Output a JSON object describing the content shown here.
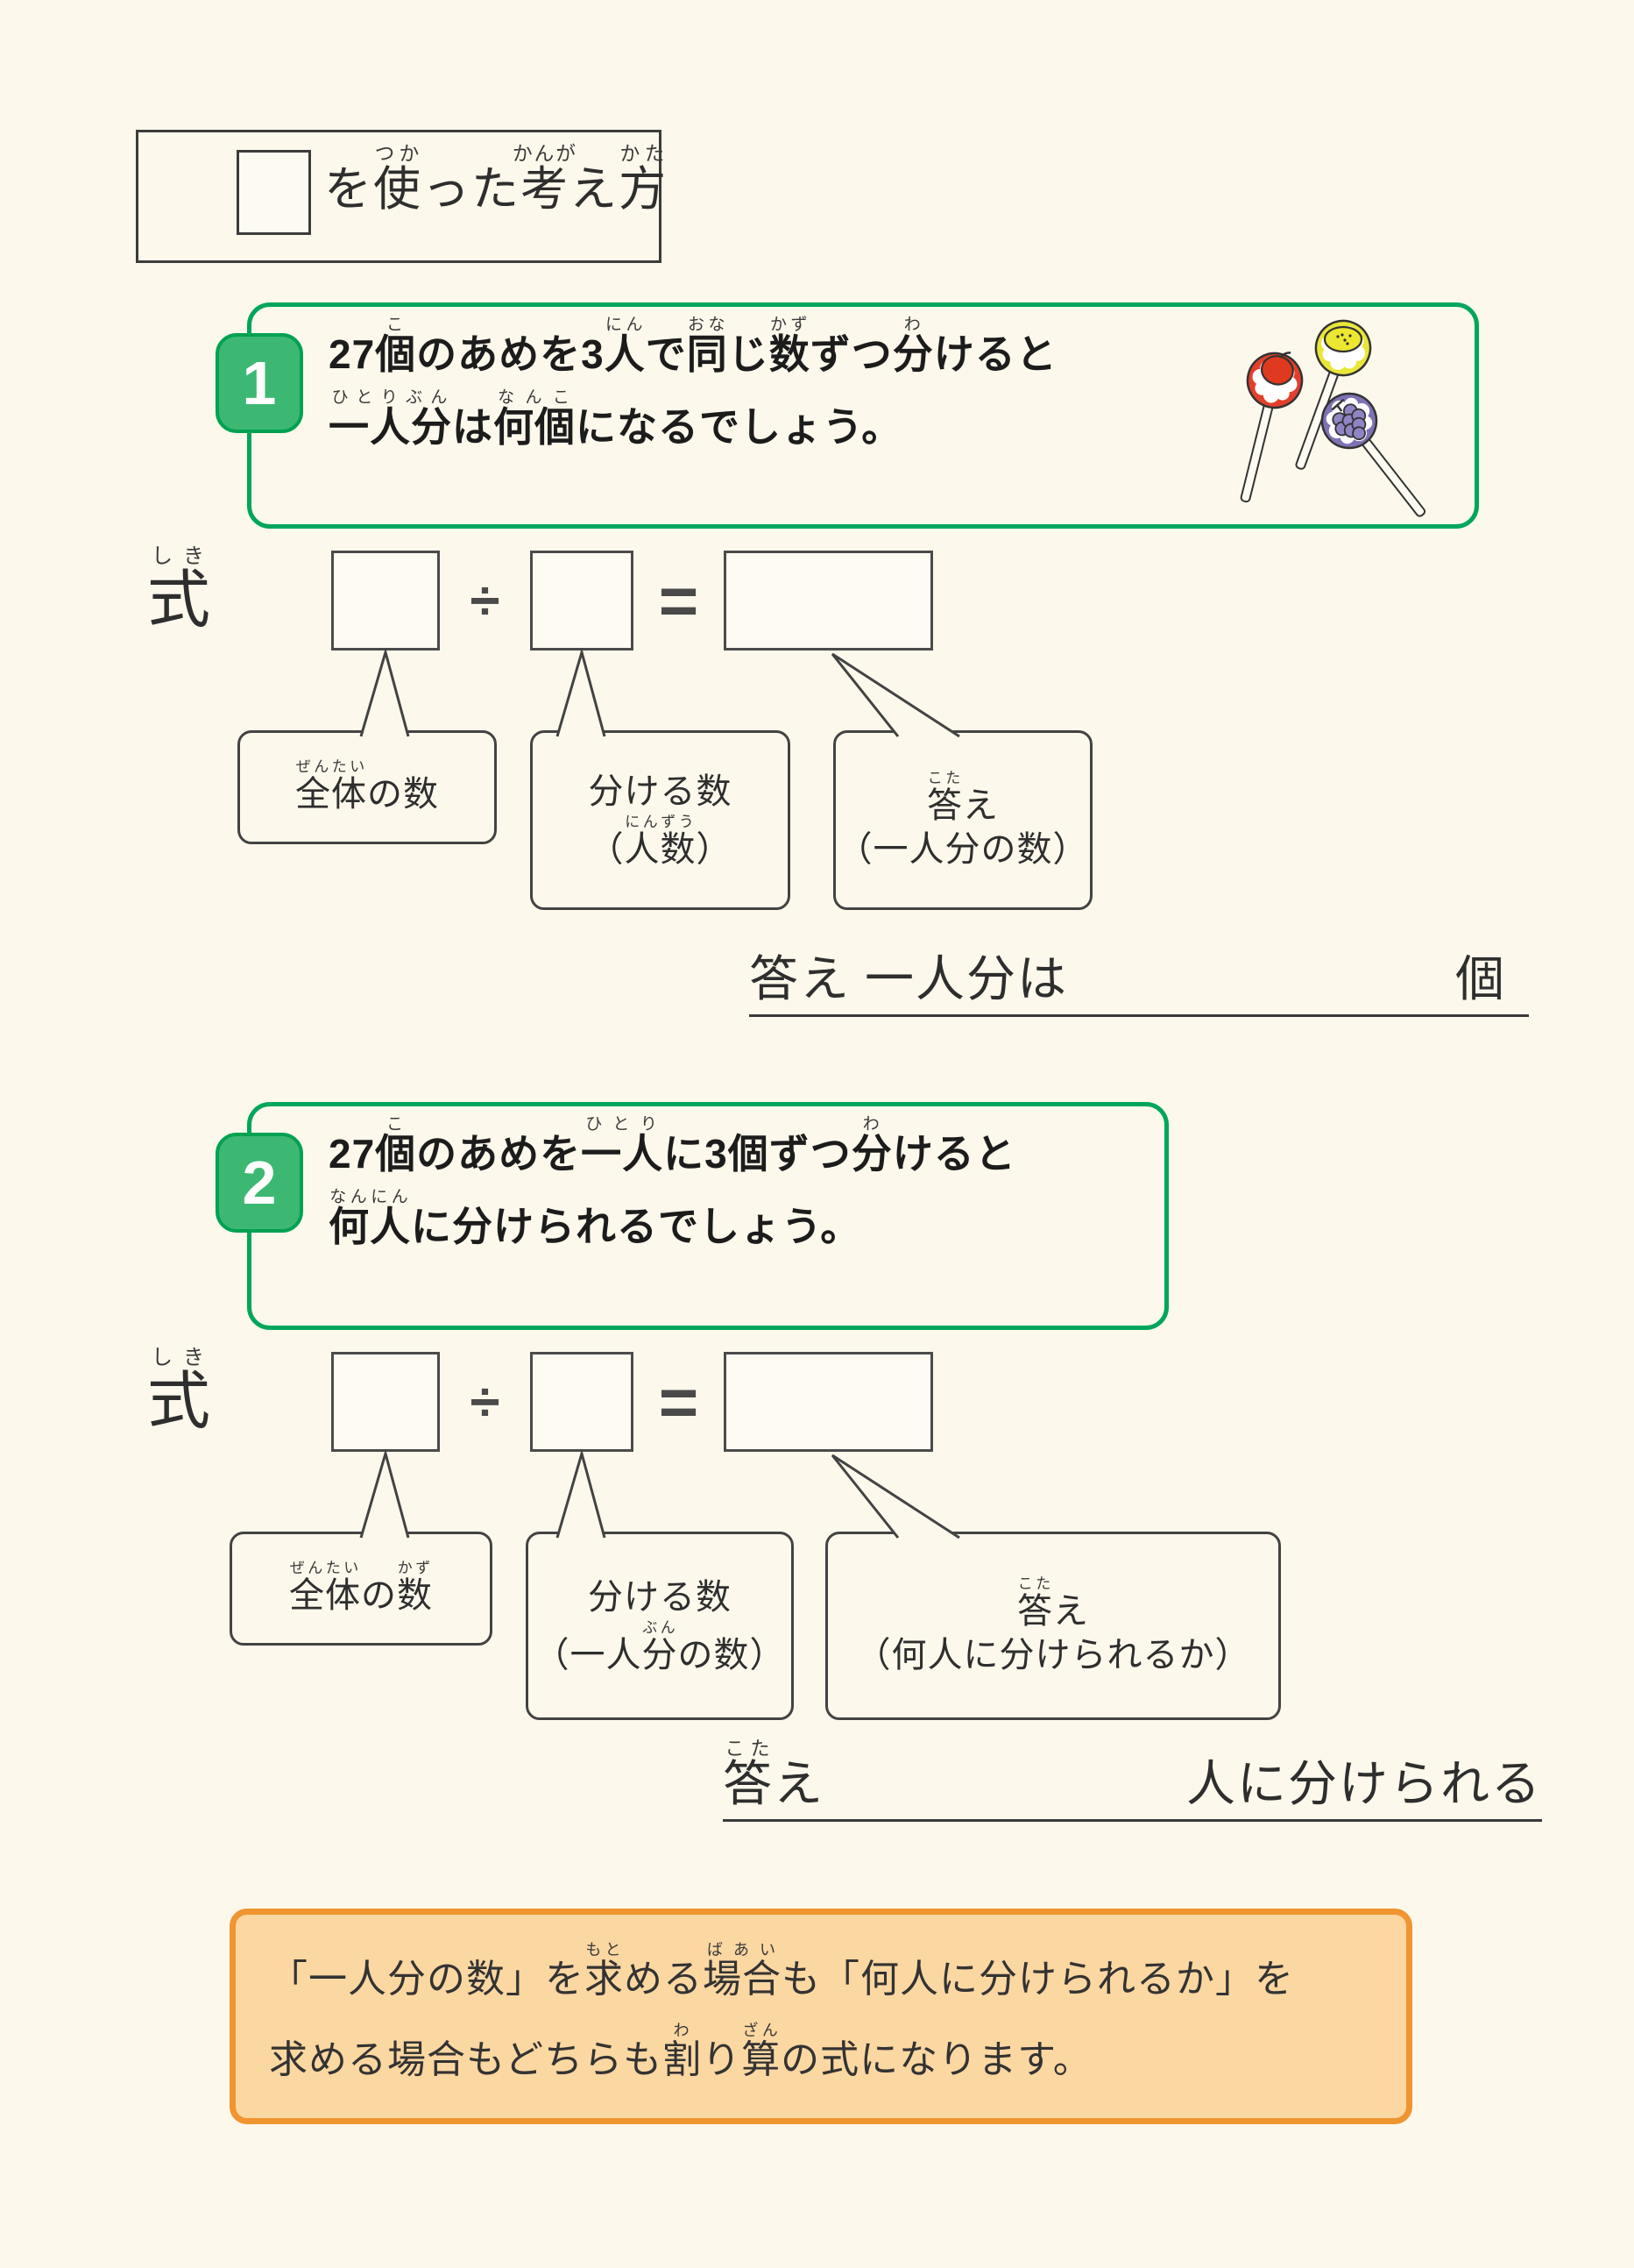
{
  "colors": {
    "paper": "#fcf8ec",
    "green_border": "#00a65b",
    "badge_green": "#3db873",
    "box_border": "#4b4b4b",
    "orange_border": "#f0952f",
    "orange_fill": "#fbd7a2",
    "candy_red": "#e2402c",
    "candy_yellow": "#e9e63a",
    "candy_purple": "#7f72b4"
  },
  "title": {
    "segments": [
      {
        "t": "を"
      },
      {
        "t": "使",
        "r": "つか"
      },
      {
        "t": "った"
      },
      {
        "t": "考",
        "r": "かんが"
      },
      {
        "t": "え"
      },
      {
        "t": "方",
        "r": "かた"
      }
    ]
  },
  "formula": {
    "label": [
      {
        "t": "式",
        "r": "しき"
      }
    ],
    "divide": "÷",
    "equals": "="
  },
  "problem1": {
    "number": "1",
    "line1": [
      {
        "t": "27"
      },
      {
        "t": "個",
        "r": "こ"
      },
      {
        "t": "のあめを3"
      },
      {
        "t": "人",
        "r": "にん"
      },
      {
        "t": "で"
      },
      {
        "t": "同",
        "r": "おな"
      },
      {
        "t": "じ"
      },
      {
        "t": "数",
        "r": "かず"
      },
      {
        "t": "ずつ"
      },
      {
        "t": "分",
        "r": "わ"
      },
      {
        "t": "けると"
      }
    ],
    "line2": [
      {
        "t": "一人分",
        "r": "ひとりぶん"
      },
      {
        "t": "は"
      },
      {
        "t": "何個",
        "r": "なんこ"
      },
      {
        "t": "になるでしょう。"
      }
    ],
    "bubble_total": [
      {
        "t": "全体",
        "r": "ぜんたい"
      },
      {
        "t": "の数"
      }
    ],
    "bubble_divisor_line1": [
      {
        "t": "分ける数"
      }
    ],
    "bubble_divisor_line2": [
      {
        "t": "（"
      },
      {
        "t": "人数",
        "r": "にんずう"
      },
      {
        "t": "）"
      }
    ],
    "bubble_answer_line1": [
      {
        "t": "答",
        "r": "こた"
      },
      {
        "t": "え"
      }
    ],
    "bubble_answer_line2": [
      {
        "t": "（一人分の数）"
      }
    ],
    "answer_left": [
      {
        "t": "答え 一人分は"
      }
    ],
    "answer_right": [
      {
        "t": "個"
      }
    ]
  },
  "problem2": {
    "number": "2",
    "line1": [
      {
        "t": "27"
      },
      {
        "t": "個",
        "r": "こ"
      },
      {
        "t": "のあめを"
      },
      {
        "t": "一人",
        "r": "ひとり"
      },
      {
        "t": "に3個ずつ"
      },
      {
        "t": "分",
        "r": "わ"
      },
      {
        "t": "けると"
      }
    ],
    "line2": [
      {
        "t": "何人",
        "r": "なんにん"
      },
      {
        "t": "に分けられるでしょう。"
      }
    ],
    "bubble_total": [
      {
        "t": "全体",
        "r": "ぜんたい"
      },
      {
        "t": "の"
      },
      {
        "t": "数",
        "r": "かず"
      }
    ],
    "bubble_divisor_line1": [
      {
        "t": "分ける数"
      }
    ],
    "bubble_divisor_line2": [
      {
        "t": "（一人"
      },
      {
        "t": "分",
        "r": "ぶん"
      },
      {
        "t": "の数）"
      }
    ],
    "bubble_answer_line1": [
      {
        "t": "答",
        "r": "こた"
      },
      {
        "t": "え"
      }
    ],
    "bubble_answer_line2": [
      {
        "t": "（何人に分けられるか）"
      }
    ],
    "answer_left": [
      {
        "t": "答",
        "r": "こた"
      },
      {
        "t": "え"
      }
    ],
    "answer_right": [
      {
        "t": "人に分けられる"
      }
    ]
  },
  "note": {
    "line1": [
      {
        "t": "「一人分の数」を"
      },
      {
        "t": "求",
        "r": "もと"
      },
      {
        "t": "める"
      },
      {
        "t": "場合",
        "r": "ばあい"
      },
      {
        "t": "も「何人に分けられるか」を"
      }
    ],
    "line2": [
      {
        "t": "求める場合もどちらも"
      },
      {
        "t": "割",
        "r": "わ"
      },
      {
        "t": "り"
      },
      {
        "t": "算",
        "r": "ざん"
      },
      {
        "t": "の式になります。"
      }
    ]
  },
  "illustration": {
    "items": [
      "apple-lollipop",
      "lemon-lollipop",
      "grape-lollipop"
    ]
  }
}
